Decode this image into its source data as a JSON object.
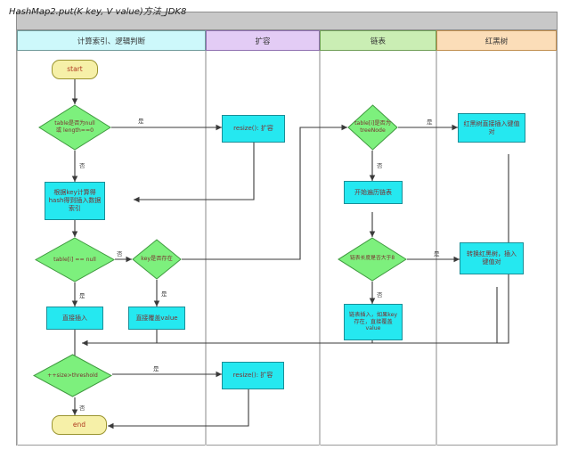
{
  "diagram": {
    "title": "HashMap2.put(K key, V value)方法_JDK8",
    "lanes": [
      {
        "label": "计算索引、逻辑判断",
        "color": "#cdf8fb"
      },
      {
        "label": "扩容",
        "color": "#e3ccf5"
      },
      {
        "label": "链表",
        "color": "#caeeb4"
      },
      {
        "label": "红黑树",
        "color": "#fbddb8"
      }
    ],
    "nodes": {
      "start": "start",
      "table_null_check": "table是否为null\n或 length==0",
      "resize_top": "resize(): 扩容",
      "hash_index": "根据key计算得\nhash得到插入数据\n索引",
      "table_i_null": "table[i] == null",
      "key_exists": "key是否存在",
      "direct_insert": "直接插入",
      "overwrite_value": "直接覆盖value",
      "is_treenode": "table[i]是否为\ntreeNode",
      "rbtree_insert": "红黑树直接插入键值\n对",
      "traverse_list": "开始遍历链表",
      "list_len_check": "链表长度是否大于8",
      "to_rbtree": "转换红黑树，插入\n键值对",
      "list_insert": "链表插入，如果key\n存在，直接覆盖\nvalue",
      "size_threshold": "++size>threshold",
      "resize_bottom": "resize(): 扩容",
      "end": "end"
    },
    "edge_labels": {
      "table_null_yes": "是",
      "table_null_no": "否",
      "table_i_null_yes": "是",
      "table_i_null_no": "否",
      "key_exists_yes": "是",
      "key_exists_no": "否",
      "treenode_yes": "是",
      "treenode_no": "否",
      "list_len_yes": "是",
      "list_len_no": "否",
      "size_yes": "是",
      "size_no": "否"
    },
    "colors": {
      "process_fill": "#25e8f0",
      "decision_fill": "#7df07d",
      "terminator_fill": "#f6f0a8",
      "title_bar": "#c8c8c8"
    }
  }
}
